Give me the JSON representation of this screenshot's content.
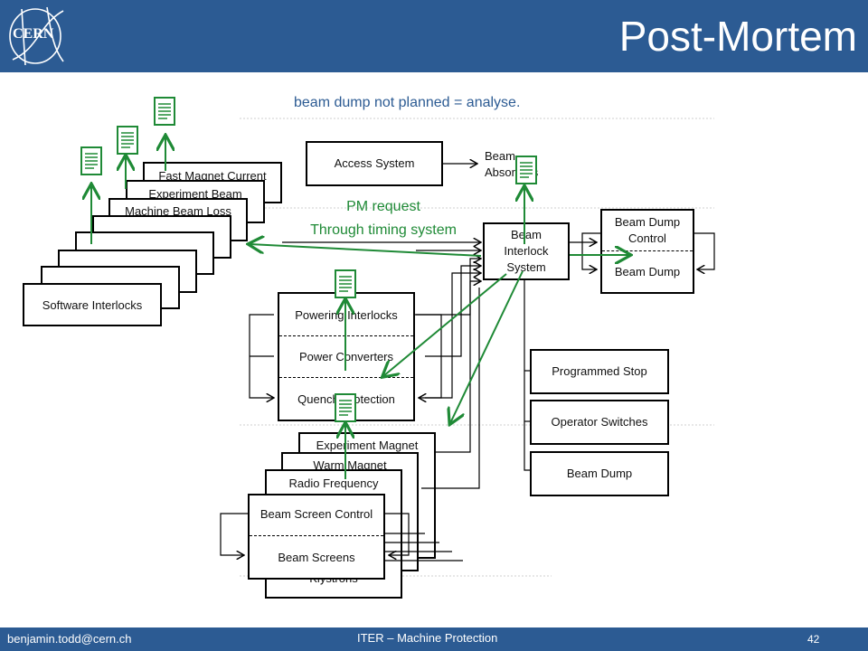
{
  "header": {
    "title": "Post-Mortem",
    "logo_text": "CERN"
  },
  "note": "beam dump not planned = analyse.",
  "pm_request": {
    "line1": "PM request",
    "line2": "Through timing system"
  },
  "left_stack": [
    "Fast Magnet Current",
    "Experiment Beam",
    "Machine Beam Loss",
    "",
    "",
    "",
    "Software Interlocks"
  ],
  "access_system": "Access System",
  "beam_absorbers": {
    "line1": "Beam",
    "line2": "Absorbers"
  },
  "bis": {
    "line1": "Beam",
    "line2": "Interlock",
    "line3": "System"
  },
  "beam_dump_group": {
    "top1": "Beam Dump",
    "top2": "Control",
    "bottom": "Beam Dump"
  },
  "powering_group": [
    "Powering Interlocks",
    "Power Converters",
    "Quench Protection"
  ],
  "right_column": [
    "Programmed Stop",
    "Operator Switches",
    "Beam Dump"
  ],
  "bottom_stack": [
    "Experiment Magnet",
    "Warm Magnet",
    "Radio Frequency",
    "Klystrons"
  ],
  "beam_screen_group": {
    "top": "Beam Screen Control",
    "bottom": "Beam Screens"
  },
  "footer": {
    "email": "benjamin.todd@cern.ch",
    "center": "ITER – Machine Protection",
    "page": "42"
  },
  "colors": {
    "header": "#2c5b93",
    "accent_green": "#1f8a36",
    "note_blue": "#2c5b93"
  }
}
